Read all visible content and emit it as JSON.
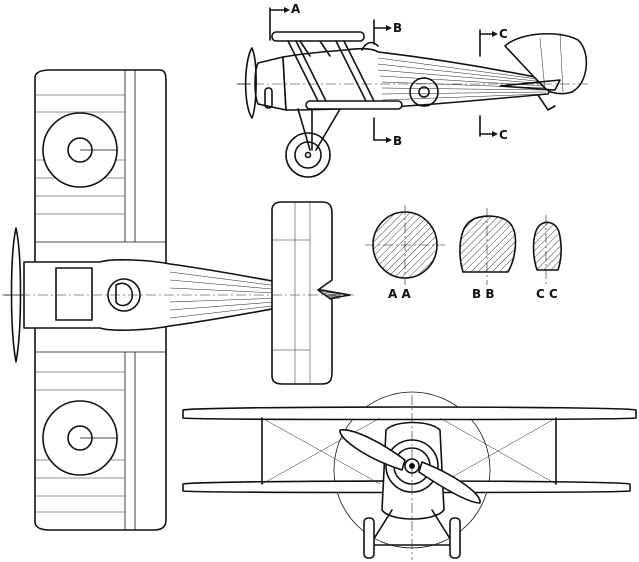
{
  "section_markers": {
    "a_top": "A",
    "b_top": "B",
    "b_bottom": "B",
    "c_top": "C",
    "c_bottom": "C"
  },
  "section_captions": {
    "aa": "A A",
    "bb": "B B",
    "cc": "C C"
  }
}
